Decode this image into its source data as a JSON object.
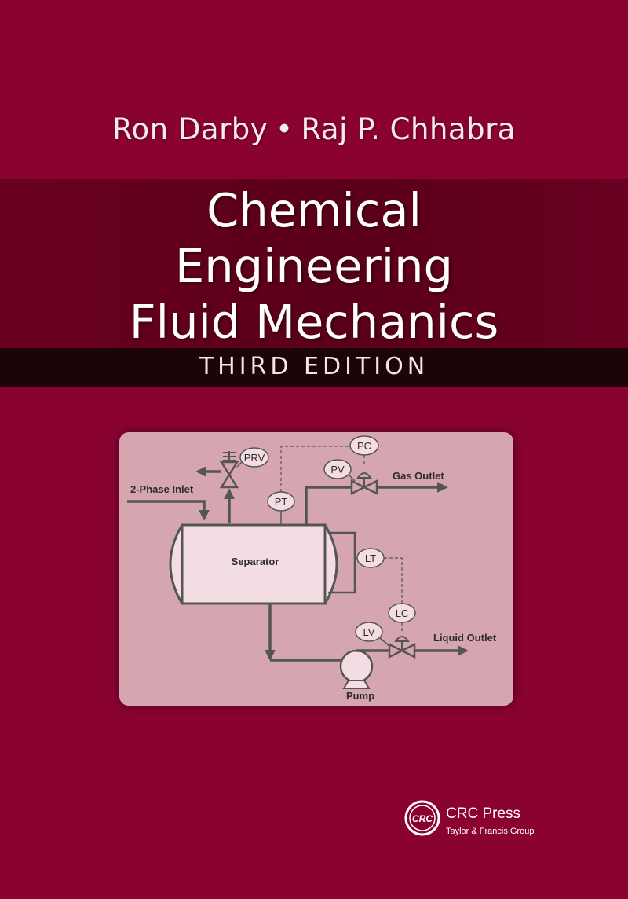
{
  "cover": {
    "author_1": "Ron Darby",
    "author_separator": "•",
    "author_2": "Raj P. Chhabra",
    "title_lines": [
      "Chemical",
      "Engineering",
      "Fluid Mechanics"
    ],
    "edition": "THIRD EDITION",
    "colors": {
      "background": "#8a0232",
      "title_band": "#5e001c",
      "edition_band": "#1c0408",
      "diagram_panel": "#d6a6b0"
    }
  },
  "diagram": {
    "inlet_label": "2-Phase Inlet",
    "separator_label": "Separator",
    "prv_label": "PRV",
    "pt_label": "PT",
    "pc_label": "PC",
    "pv_label": "PV",
    "gas_outlet_label": "Gas Outlet",
    "lt_label": "LT",
    "lc_label": "LC",
    "lv_label": "LV",
    "liquid_outlet_label": "Liquid Outlet",
    "pump_label": "Pump"
  },
  "publisher": {
    "logo_text": "CRC",
    "name": "CRC Press",
    "group": "Taylor & Francis Group"
  }
}
